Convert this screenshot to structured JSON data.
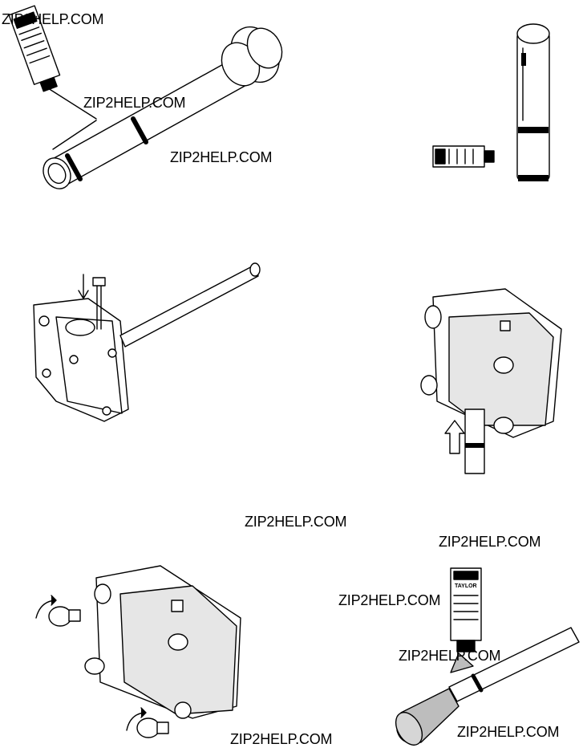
{
  "watermark_text": "ZIP2HELP.COM",
  "lube_label": "TAYLOR",
  "figures": [
    {
      "id": "lube-drive-shaft"
    },
    {
      "id": "lube-tube-and-shaft"
    },
    {
      "id": "pump-assembly-pin"
    },
    {
      "id": "install-pump-on-shaft"
    },
    {
      "id": "tighten-knobs"
    },
    {
      "id": "lube-beater-shaft"
    }
  ]
}
